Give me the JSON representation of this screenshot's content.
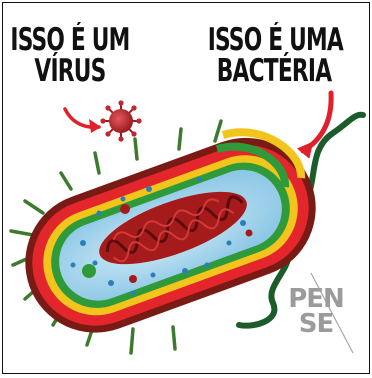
{
  "labels": {
    "virus": [
      "ISSO É UM",
      "VÍRUS"
    ],
    "bacteria": [
      "ISSO É UMA",
      "BACTÉRIA"
    ]
  },
  "logo": [
    "PEN",
    "SE"
  ],
  "colors": {
    "arrow": "#e0202a",
    "cell_wall": "#e2262b",
    "outer_membrane": "#7a1a14",
    "yellow_layer": "#f2c51c",
    "green_layer": "#2f9a3a",
    "cytoplasm": "#a9d5ec",
    "dna": "#a51a1a",
    "flagellum": "#1c5c2a",
    "virus": "#c4262c"
  }
}
